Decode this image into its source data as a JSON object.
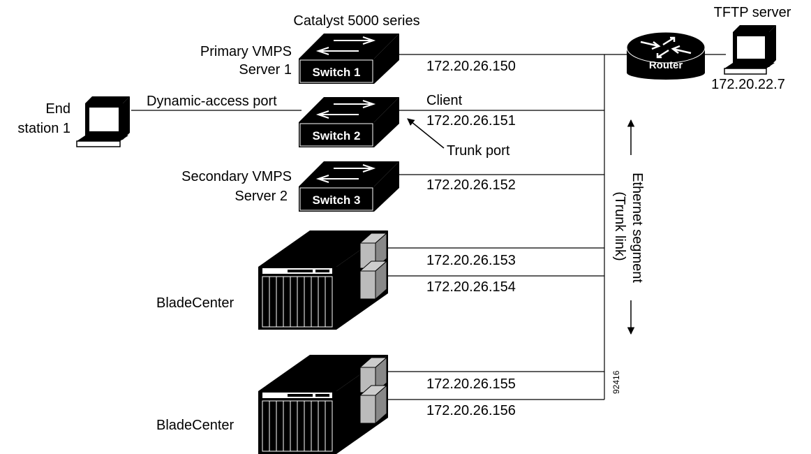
{
  "diagram": {
    "catalyst_label": "Catalyst 5000 series",
    "tftp_label": "TFTP server",
    "tftp_ip": "172.20.22.7",
    "router_label": "Router",
    "end_station": {
      "line1": "End",
      "line2": "station 1"
    },
    "dynamic_port_label": "Dynamic-access port",
    "client_label": "Client",
    "trunk_port_label": "Trunk port",
    "ethernet_label": "Ethernet segment",
    "trunk_link_label": "(Trunk link)",
    "figure_id": "92416",
    "switches": [
      {
        "name": "Switch 1",
        "role_line1": "Primary VMPS",
        "role_line2": "Server 1",
        "ip": "172.20.26.150"
      },
      {
        "name": "Switch 2",
        "role_line1": "",
        "role_line2": "",
        "ip": "172.20.26.151"
      },
      {
        "name": "Switch 3",
        "role_line1": "Secondary VMPS",
        "role_line2": "Server 2",
        "ip": "172.20.26.152"
      }
    ],
    "bladecenters": [
      {
        "label": "BladeCenter",
        "ips": [
          "172.20.26.153",
          "172.20.26.154"
        ]
      },
      {
        "label": "BladeCenter",
        "ips": [
          "172.20.26.155",
          "172.20.26.156"
        ]
      }
    ]
  }
}
